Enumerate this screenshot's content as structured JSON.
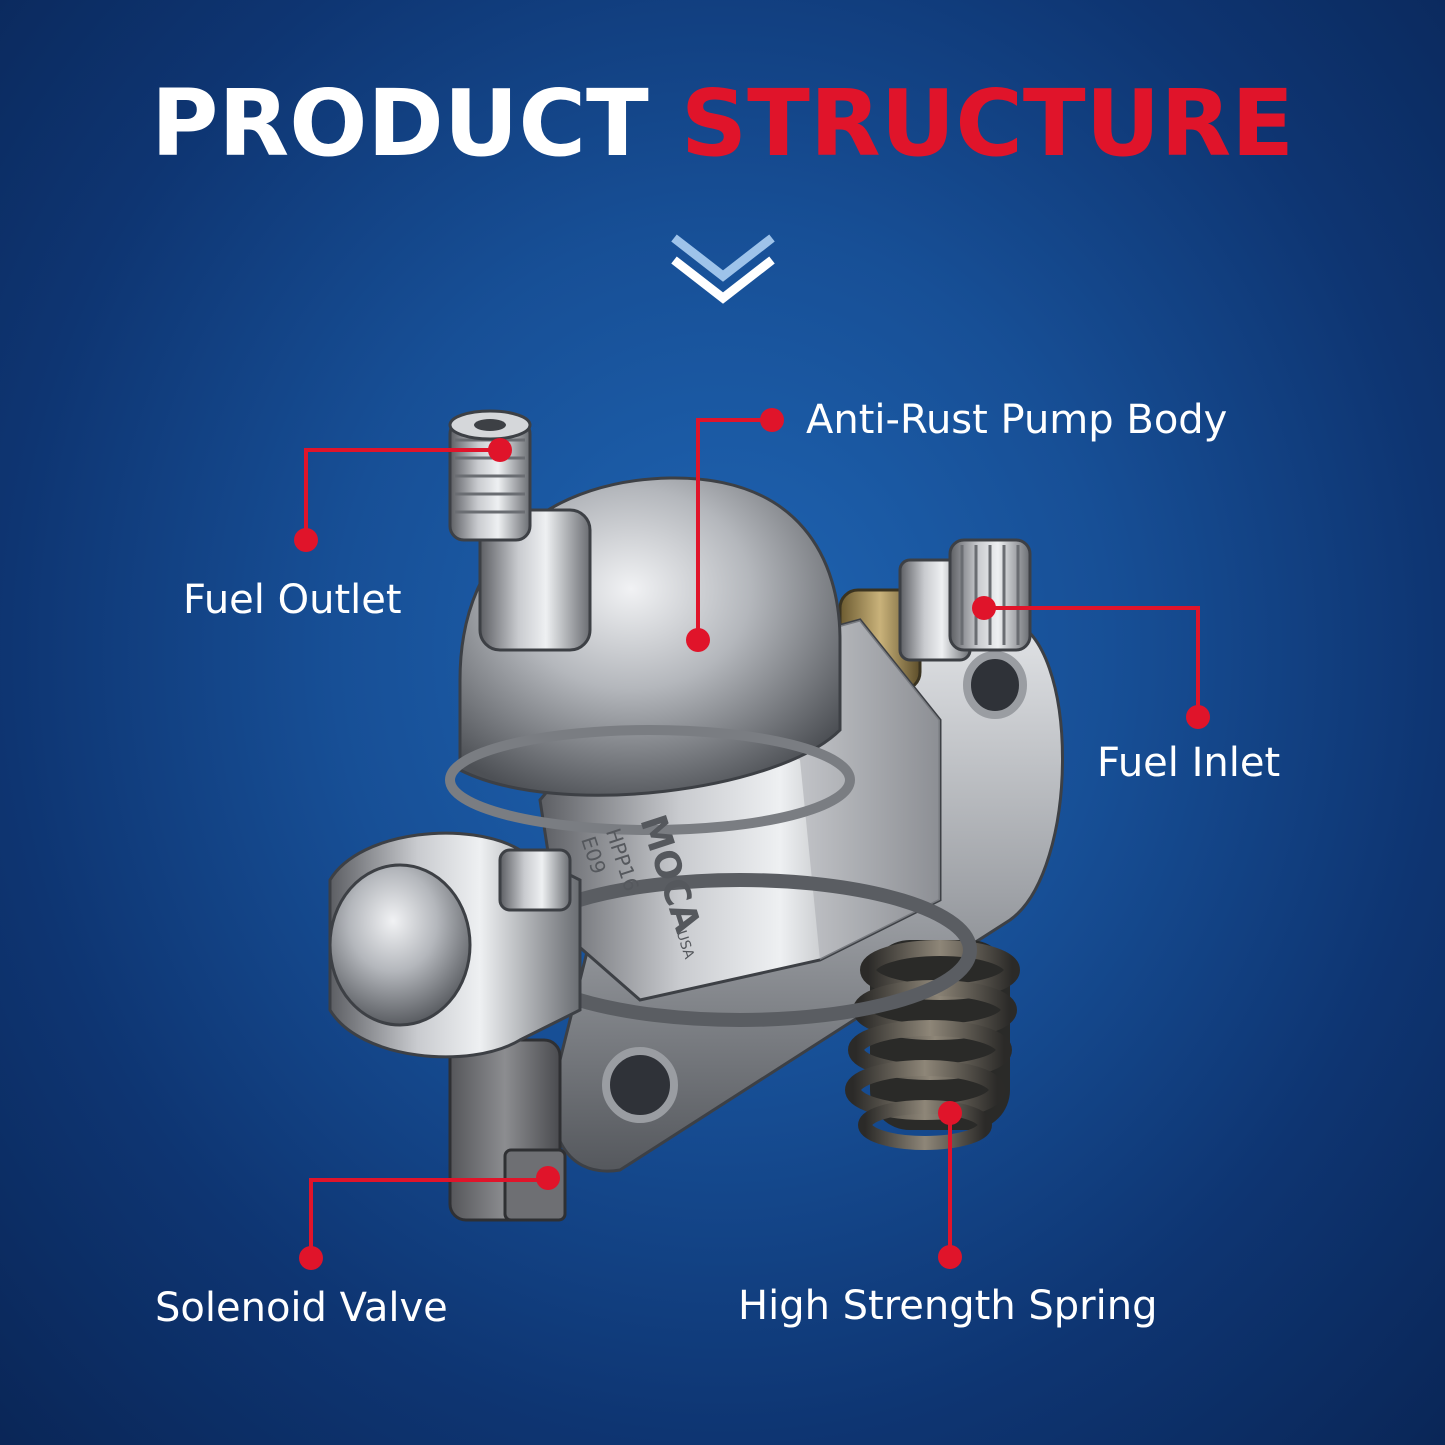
{
  "title": {
    "word1": "PRODUCT",
    "word2": "STRUCTURE"
  },
  "product": {
    "brand": "MOCA",
    "origin": "USA",
    "model": "HPP16",
    "code": "E09"
  },
  "callouts": {
    "anti_rust_pump_body": "Anti-Rust Pump Body",
    "fuel_outlet": "Fuel Outlet",
    "fuel_inlet": "Fuel Inlet",
    "solenoid_valve": "Solenoid Valve",
    "high_strength_spring": "High Strength Spring"
  },
  "colors": {
    "accent": "#e0142a",
    "background": "#174f96",
    "text": "#ffffff"
  },
  "icons": {
    "chevron": "double-chevron-down-icon"
  }
}
